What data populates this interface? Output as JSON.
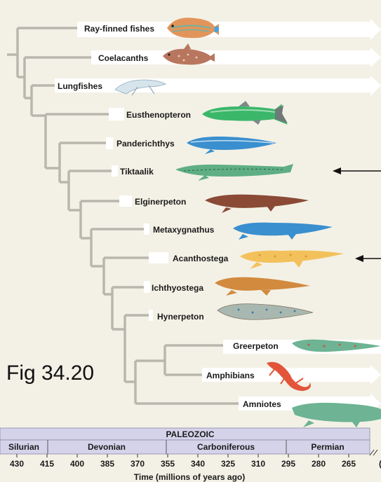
{
  "caption": "Fig 34.20",
  "taxa": [
    "Ray-finned fishes",
    "Coelacanths",
    "Lungfishes",
    "Eusthenopteron",
    "Panderichthys",
    "Tiktaalik",
    "Elginerpeton",
    "Metaxygnathus",
    "Acanthostega",
    "Ichthyostega",
    "Hynerpeton",
    "Greerpeton",
    "Amphibians",
    "Amniotes"
  ],
  "timescale": {
    "era": "PALEOZOIC",
    "periods": [
      "Silurian",
      "Devonian",
      "Carboniferous",
      "Permian"
    ],
    "ticks": [
      "430",
      "415",
      "400",
      "385",
      "370",
      "355",
      "340",
      "325",
      "310",
      "295",
      "280",
      "265"
    ],
    "trailing_tick": "(",
    "axis_label": "Time (millions of years ago)"
  }
}
